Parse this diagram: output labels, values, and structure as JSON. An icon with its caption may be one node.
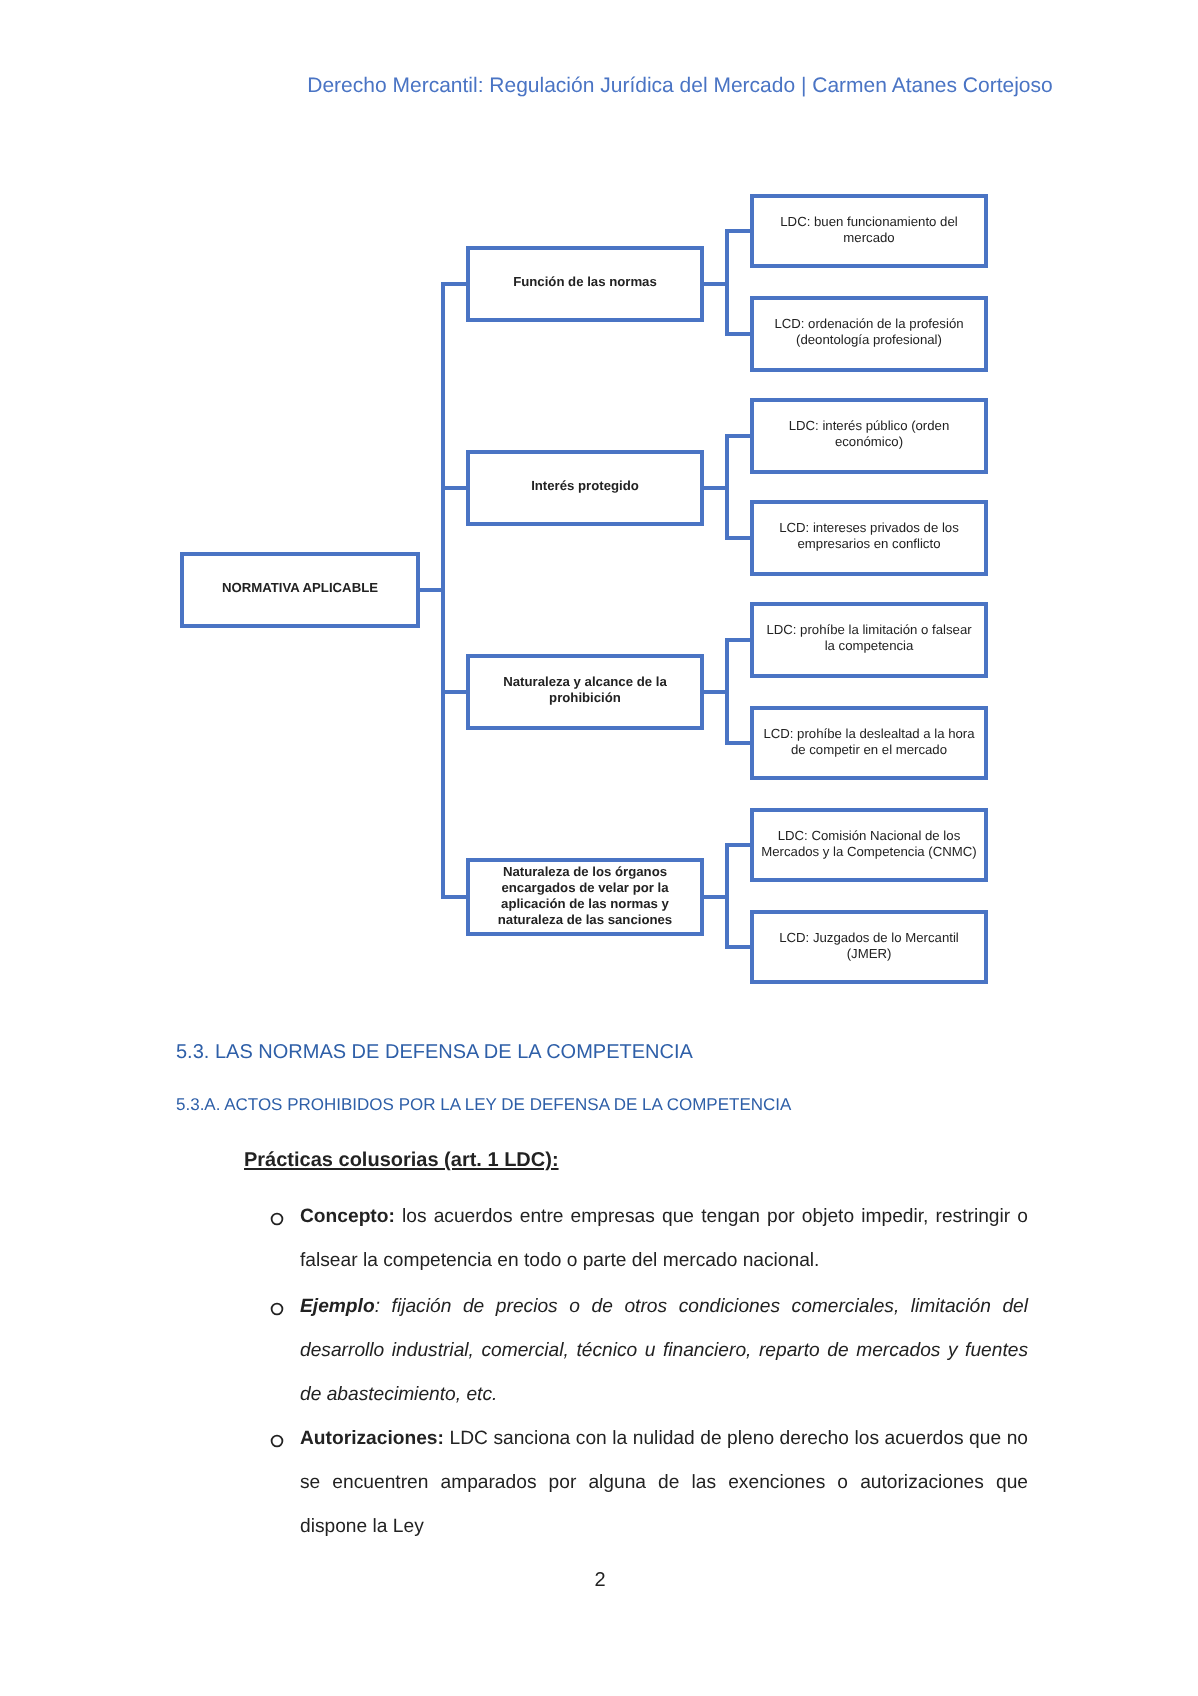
{
  "diagram": {
    "nodes": [
      {
        "text": [
          "NORMATIVA APLICABLE"
        ]
      },
      {
        "text": [
          "Función de las normas"
        ]
      },
      {
        "text": [
          "LDC: buen funcionamiento del mercado"
        ]
      },
      {
        "text": [
          "LCD: ordenación de la profesión (deontología profesional)"
        ]
      },
      {
        "text": [
          "Interés protegido"
        ]
      },
      {
        "text": [
          "LDC: interés público (orden económico)"
        ]
      },
      {
        "text": [
          "LCD: intereses privados de los empresarios en conflicto"
        ]
      },
      {
        "text": [
          "Naturaleza y alcance de la prohibición"
        ]
      },
      {
        "text": [
          "LDC: prohíbe la limitación o falsear la competencia"
        ]
      },
      {
        "text": [
          "LCD: prohíbe la deslealtad a la hora de competir en el mercado"
        ]
      },
      {
        "text": [
          "Naturaleza de los órganos encargados de velar por la aplicación de las normas y naturaleza de las sanciones"
        ]
      },
      {
        "text": [
          "LDC: Comisión Nacional de los Mercados y la Competencia (CNMC)"
        ]
      },
      {
        "text": [
          "LCD: Juzgados de lo Mercantil (JMER)"
        ]
      }
    ],
    "edges": [
      {
        "from": 0,
        "to": 1,
        "arrow": "none"
      },
      {
        "from": 0,
        "to": 4,
        "arrow": "none"
      },
      {
        "from": 0,
        "to": 7,
        "arrow": "none"
      },
      {
        "from": 0,
        "to": 10,
        "arrow": "none"
      },
      {
        "from": 1,
        "to": 2,
        "arrow": "none"
      },
      {
        "from": 1,
        "to": 3,
        "arrow": "none"
      },
      {
        "from": 4,
        "to": 5,
        "arrow": "none"
      },
      {
        "from": 4,
        "to": 6,
        "arrow": "none"
      },
      {
        "from": 7,
        "to": 8,
        "arrow": "none"
      },
      {
        "from": 7,
        "to": 9,
        "arrow": "none"
      },
      {
        "from": 10,
        "to": 11,
        "arrow": "none"
      },
      {
        "from": 10,
        "to": 12,
        "arrow": "none"
      }
    ],
    "labels": [
      "Derecho Mercantil: Regulación Jurídica del Mercado | Carmen Atanes Cortejoso",
      "5.3. LAS NORMAS DE DEFENSA DE LA COMPETENCIA",
      "5.3.A. ACTOS PROHIBIDOS POR LA LEY DE DEFENSA DE LA COMPETENCIA",
      "Prácticas colusorias (art. 1 LDC):",
      "**Concepto:** los acuerdos entre empresas que tengan por objeto impedir, restringir o falsear la competencia en todo o parte del mercado nacional.",
      "**Ejemplo**: *fijación de precios o de otros condiciones comerciales, limitación del desarrollo industrial, comercial, técnico u financiero, reparto de mercados y fuentes de abastecimiento, etc.*",
      "**Autorizaciones:** LDC sanciona con la nulidad de pleno derecho los acuerdos que no se encuentren amparados por alguna de las exenciones o autorizaciones que dispone la Ley",
      "2"
    ]
  }
}
